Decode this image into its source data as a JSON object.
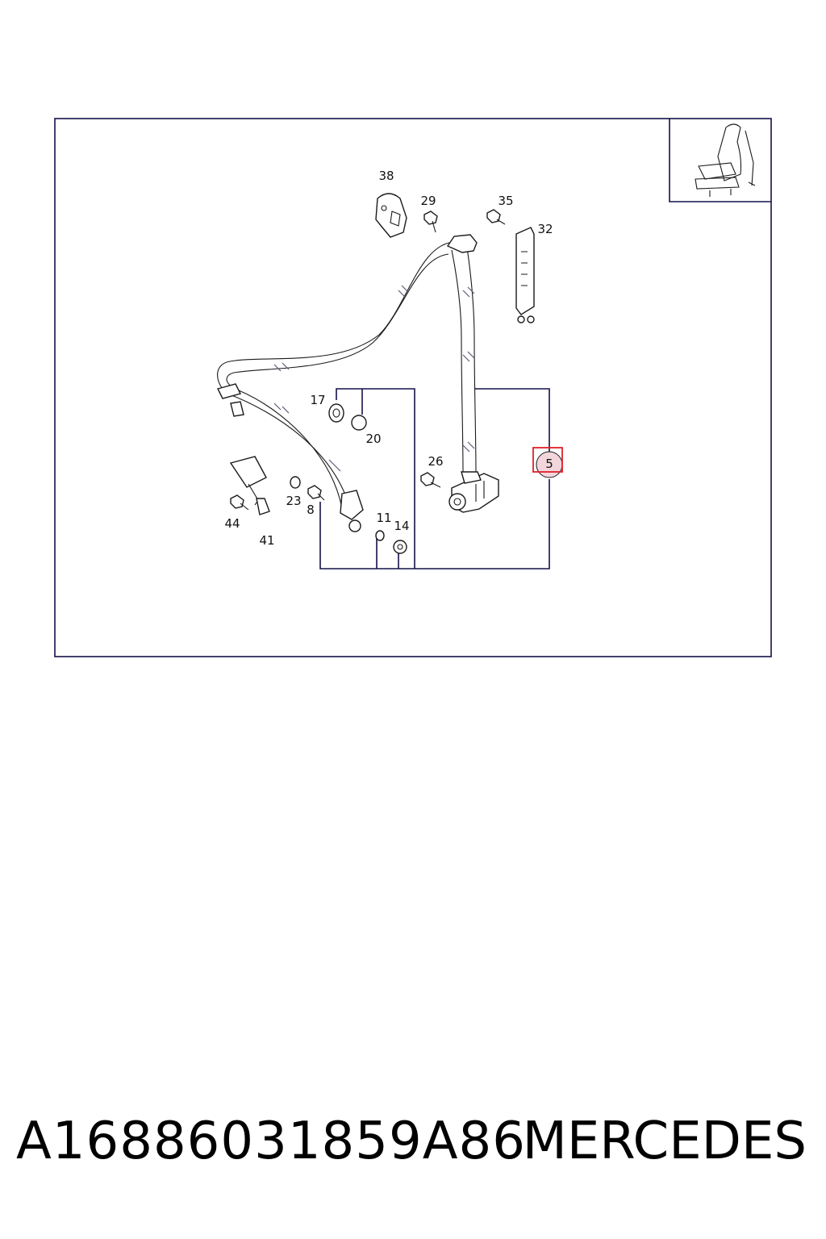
{
  "diagram": {
    "callouts": {
      "c38": "38",
      "c29": "29",
      "c35": "35",
      "c32": "32",
      "c17": "17",
      "c20": "20",
      "c26": "26",
      "c5": "5",
      "c23": "23",
      "c8": "8",
      "c44": "44",
      "c41": "41",
      "c11": "11",
      "c14": "14"
    },
    "highlighted_part": "5",
    "colors": {
      "frame": "#14124a",
      "highlight_box": "#e0202a",
      "highlight_fill": "#f2d6dc"
    }
  },
  "footer": {
    "part_number": "A16886031859A86",
    "brand": "MERCEDES"
  }
}
